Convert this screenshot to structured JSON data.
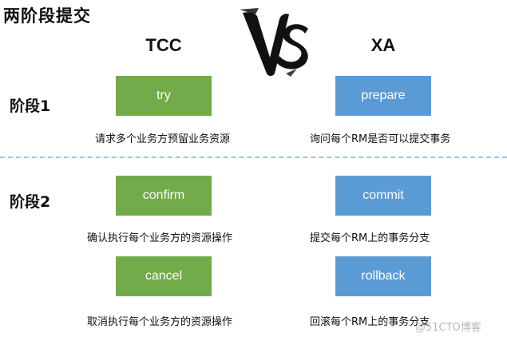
{
  "title": "两阶段提交",
  "columns": {
    "tcc": "TCC",
    "xa": "XA"
  },
  "stages": {
    "stage1": "阶段1",
    "stage2": "阶段2"
  },
  "tcc": {
    "try": {
      "label": "try",
      "desc": "请求多个业务方预留业务资源"
    },
    "confirm": {
      "label": "confirm",
      "desc": "确认执行每个业务方的资源操作"
    },
    "cancel": {
      "label": "cancel",
      "desc": "取消执行每个业务方的资源操作"
    }
  },
  "xa": {
    "prepare": {
      "label": "prepare",
      "desc": "询问每个RM是否可以提交事务"
    },
    "commit": {
      "label": "commit",
      "desc": "提交每个RM上的事务分支"
    },
    "rollback": {
      "label": "rollback",
      "desc": "回滚每个RM上的事务分支"
    }
  },
  "colors": {
    "tcc_box": "#72ab4a",
    "xa_box": "#5b9bd5",
    "divider": "#9dc3e6"
  },
  "watermark": "@51CTO博客"
}
